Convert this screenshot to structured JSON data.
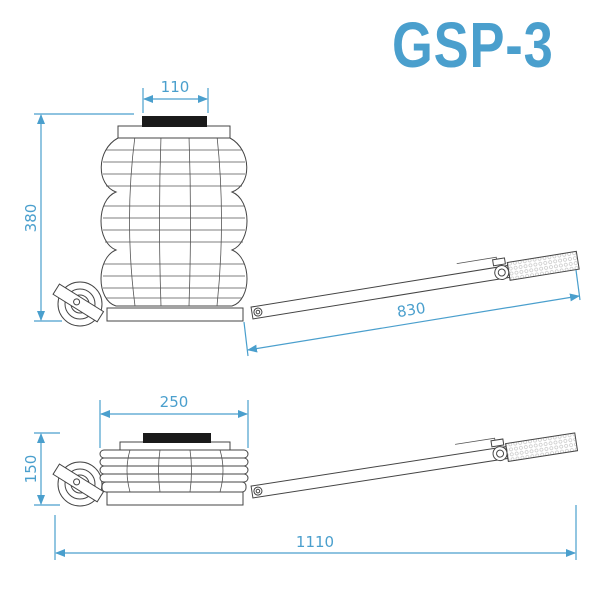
{
  "title": "GSP-3",
  "colors": {
    "accent": "#4a9fcd",
    "line": "#444444"
  },
  "dimensions": {
    "raised": {
      "plate_width": "110",
      "height": "380",
      "handle_length": "830"
    },
    "lowered": {
      "body_width": "250",
      "height": "150",
      "overall_length": "1110"
    }
  }
}
